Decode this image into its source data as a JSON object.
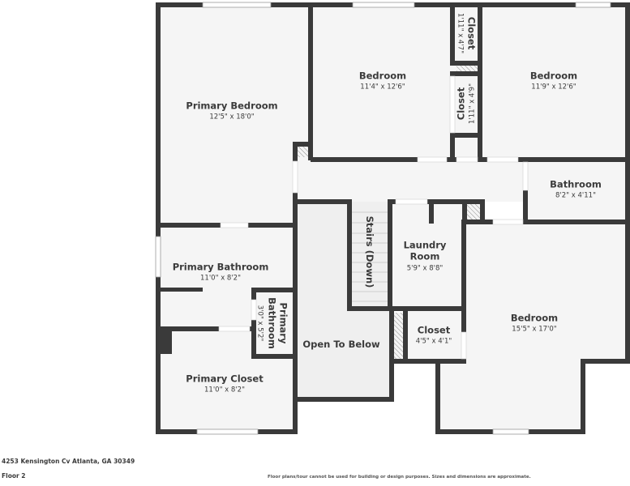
{
  "floorplan": {
    "colors": {
      "wall": "#3a3a3a",
      "room_fill": "#f5f5f5",
      "open_to_below_fill": "#efefef",
      "background": "#ffffff"
    },
    "rooms": [
      {
        "id": "primary-bedroom",
        "name": "Primary Bedroom",
        "dim": "12'5\" x 18'0\""
      },
      {
        "id": "bedroom-1",
        "name": "Bedroom",
        "dim": "11'4\" x 12'6\""
      },
      {
        "id": "closet-1",
        "name": "Closet",
        "dim": "1'11\" x 4'7\""
      },
      {
        "id": "closet-2",
        "name": "Closet",
        "dim": "1'11\" x 4'9\""
      },
      {
        "id": "bedroom-2",
        "name": "Bedroom",
        "dim": "11'9\" x 12'6\""
      },
      {
        "id": "bathroom",
        "name": "Bathroom",
        "dim": "8'2\" x 4'11\""
      },
      {
        "id": "primary-bathroom",
        "name": "Primary Bathroom",
        "dim": "11'0\" x 8'2\""
      },
      {
        "id": "primary-bathroom-wc",
        "name": "Primary Bathroom",
        "dim": "3'0\" x 5'2\""
      },
      {
        "id": "primary-closet",
        "name": "Primary Closet",
        "dim": "11'0\" x 8'2\""
      },
      {
        "id": "open-to-below",
        "name": "Open To Below",
        "dim": ""
      },
      {
        "id": "stairs",
        "name": "Stairs (Down)",
        "dim": ""
      },
      {
        "id": "laundry-room",
        "name": "Laundry Room",
        "dim": "5'9\" x 8'8\""
      },
      {
        "id": "closet-3",
        "name": "Closet",
        "dim": "4'5\" x 4'1\""
      },
      {
        "id": "bedroom-3",
        "name": "Bedroom",
        "dim": "15'5\" x 17'0\""
      }
    ],
    "primary_bathroom_wc_line1": "Primary",
    "primary_bathroom_wc_line2": "Bathroom",
    "laundry_line1": "Laundry",
    "laundry_line2": "Room"
  },
  "footer": {
    "address": "4253 Kensington Cv Atlanta, GA 30349",
    "floor": "Floor 2",
    "disclaimer": "Floor plans/tour cannot be used for building or design purposes. Sizes and dimensions are approximate."
  }
}
